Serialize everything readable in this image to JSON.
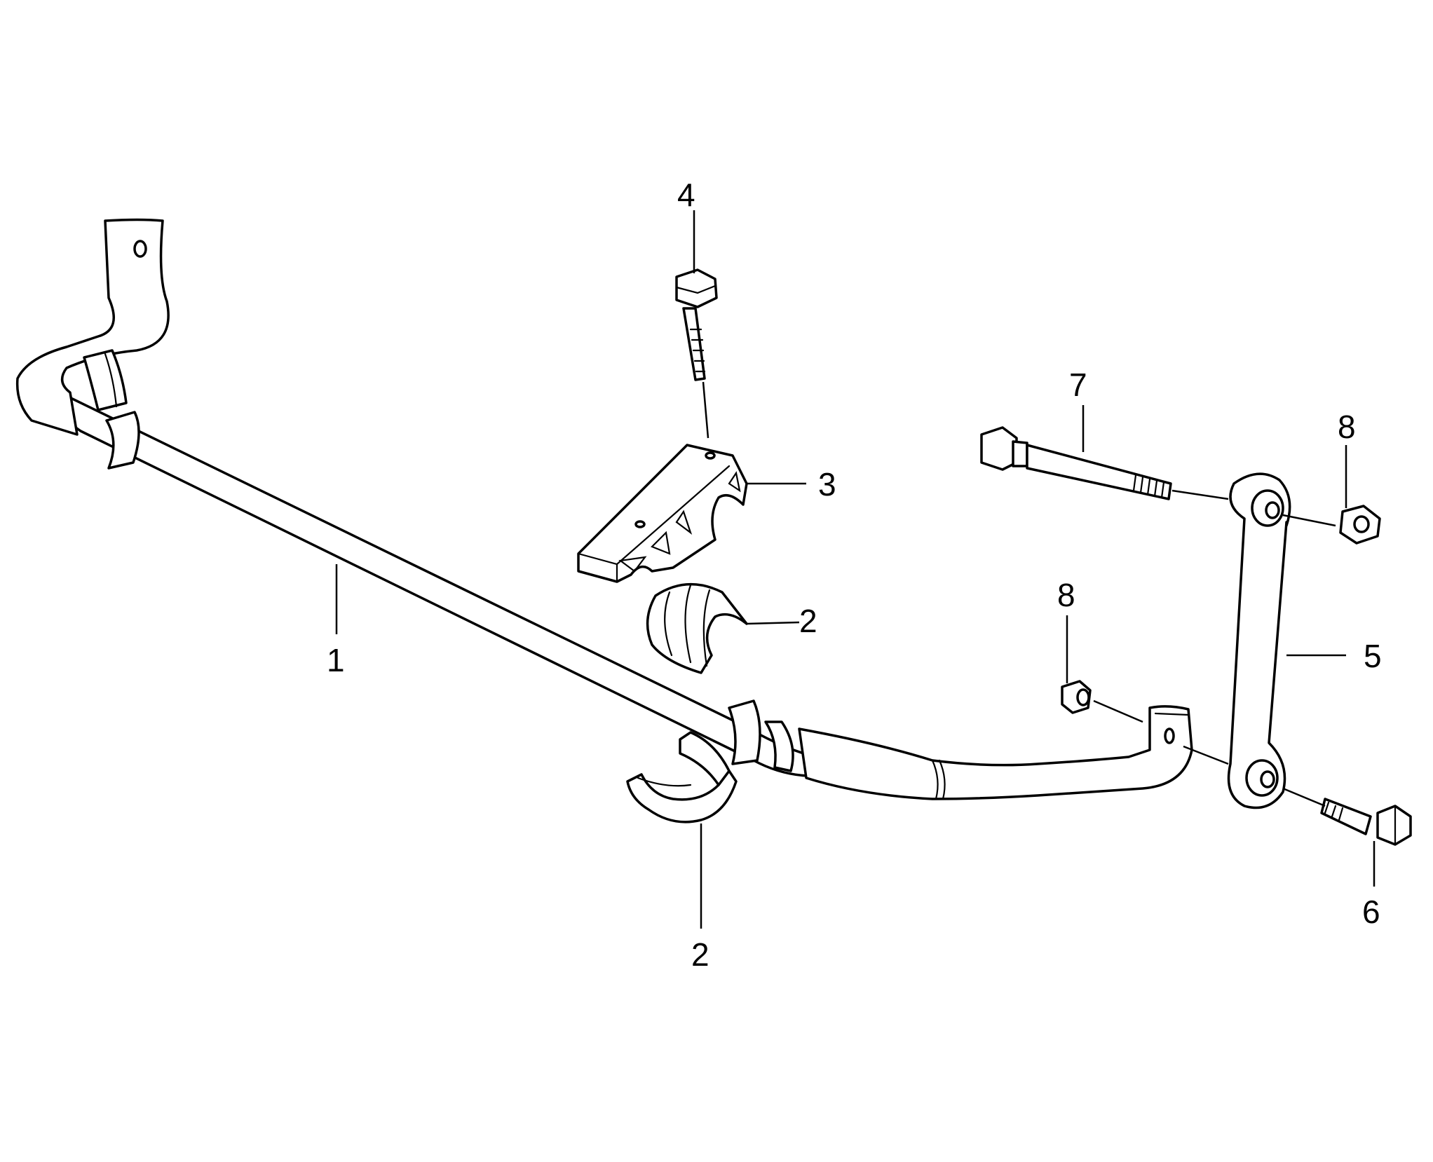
{
  "callouts": {
    "c1": "1",
    "c2a": "2",
    "c2b": "2",
    "c3": "3",
    "c4": "4",
    "c5": "5",
    "c6": "6",
    "c7": "7",
    "c8a": "8",
    "c8b": "8"
  },
  "colors": {
    "ink": "#000000",
    "background": "#ffffff"
  }
}
